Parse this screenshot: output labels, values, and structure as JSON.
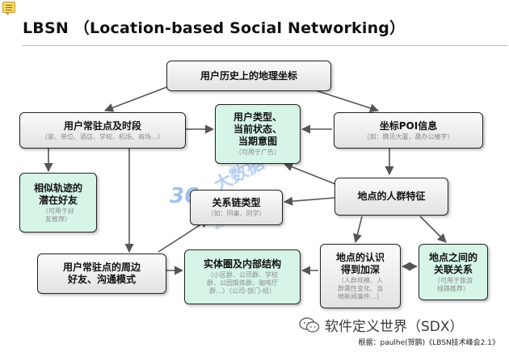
{
  "title": "LBSN （Location-based Social Networking）",
  "nodes": {
    "history": {
      "title": "用户历史上的地理坐标"
    },
    "resident": {
      "title": "用户常驻点及时段",
      "sub": "（家、单位、酒店、学校、机场、商场…）"
    },
    "usertype": {
      "title": "用户类型、\n当前状态、\n当期意图",
      "sub": "（可用于广告）"
    },
    "poi": {
      "title": "坐标POI信息",
      "sub": "（如：腾讯大厦，晨办公楼宇）"
    },
    "similar": {
      "title": "相似轨迹的\n潜在好友",
      "sub": "（可用于好\n友推荐）"
    },
    "relation": {
      "title": "关系链类型",
      "sub": "（如：同事、同学）"
    },
    "crowd": {
      "title": "地点的人群特征"
    },
    "surround": {
      "title": "用户常驻点的周边\n好友、沟通模式"
    },
    "entity": {
      "title": "实体圈及内部结构",
      "sub": "（小区群、公司群、学校\n群、公园锻炼群、咖啡厅\n群…）（公司-部门-组）"
    },
    "cognition": {
      "title": "地点的认识\n得到加深",
      "sub": "（人群规模、人\n群属性变化、当\n地新闻事件…）"
    },
    "between": {
      "title": "地点之间的\n关联关系",
      "sub": "（可用于旅游\n线路推荐）"
    }
  },
  "watermark": {
    "logo": "36",
    "cn": "大数据",
    "url": "www.36dsj.com"
  },
  "wechat_account": "软件定义世界（SDX）",
  "source": "根据：paulhe(贺鹏)《LBSN技术峰会2.1》"
}
